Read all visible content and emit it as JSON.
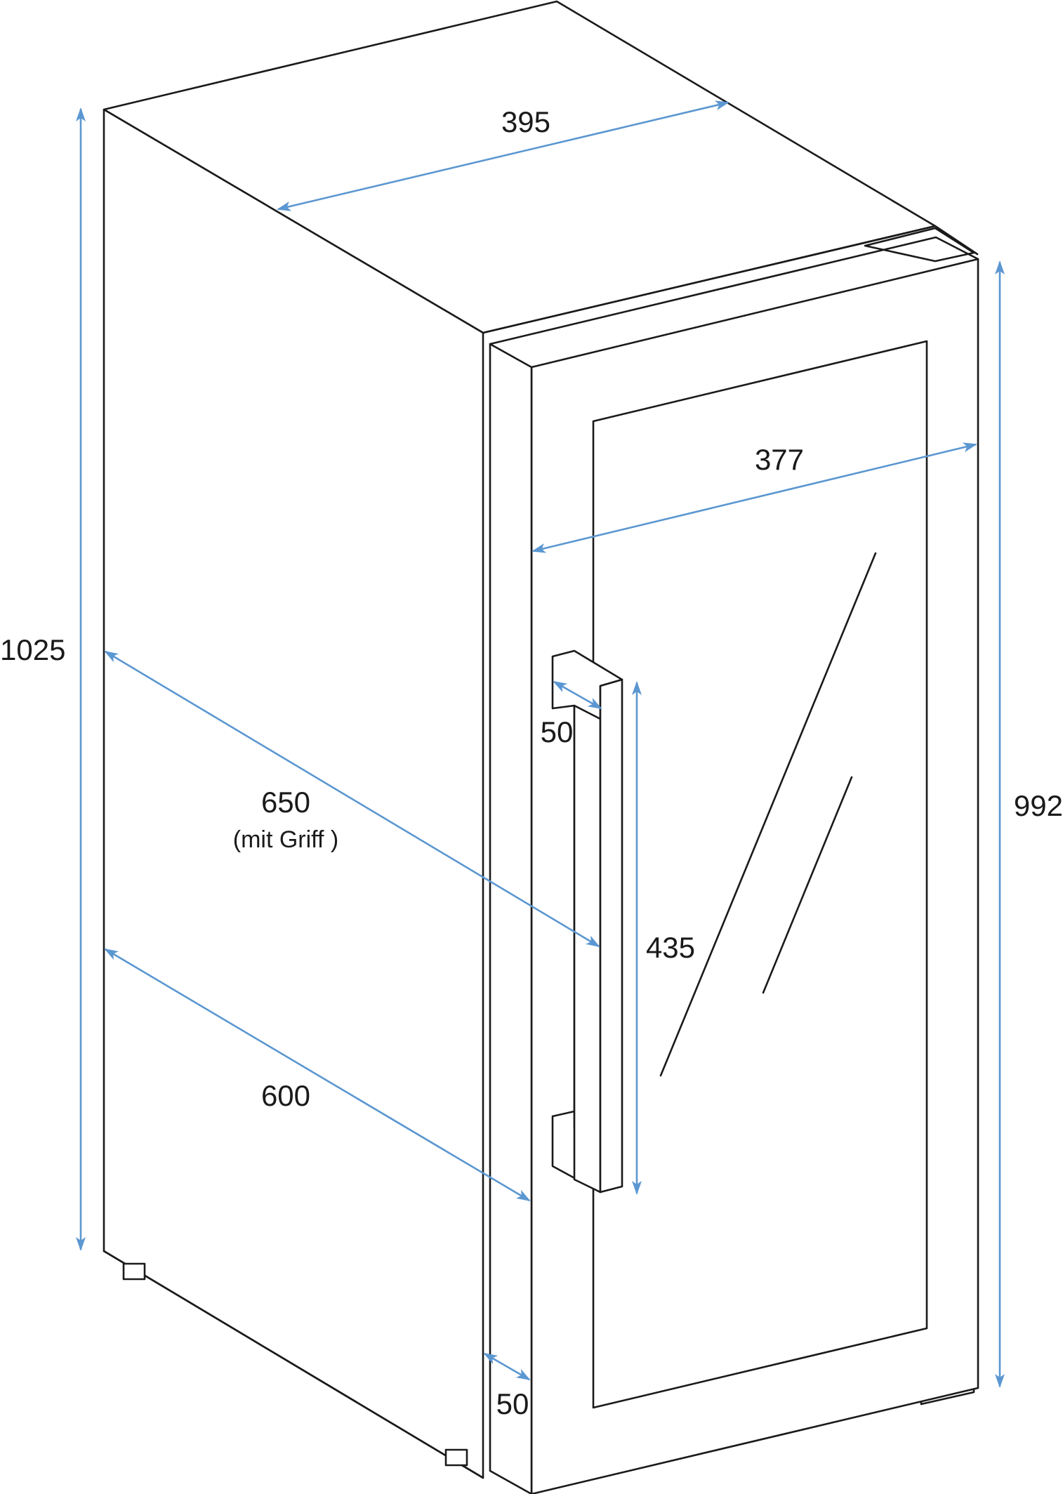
{
  "dimensions": {
    "depth_top": "395",
    "height_total": "1025",
    "door_width": "377",
    "height_door": "992",
    "depth_with_handle": "650",
    "depth_with_handle_note": "(mit Griff )",
    "depth_body": "600",
    "handle_depth": "50",
    "handle_length": "435",
    "door_thickness": "50"
  },
  "colors": {
    "outline": "#1a1a1a",
    "dimension_line": "#5b97d1"
  }
}
